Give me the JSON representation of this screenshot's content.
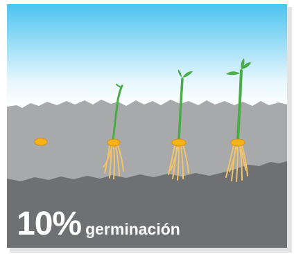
{
  "caption": {
    "percent": "10%",
    "word": "germinación"
  },
  "colors": {
    "sky_top": "#4cc3f0",
    "sky_bottom": "#ffffff",
    "soil_top": "#a8a9ab",
    "soil_bottom": "#6f7072",
    "seed": "#f6b41a",
    "root": "#f2c46a",
    "sprout": "#49ac47"
  },
  "stages": [
    "seed",
    "root-and-shoot",
    "seedling-two-leaves",
    "seedling-three-leaves"
  ]
}
